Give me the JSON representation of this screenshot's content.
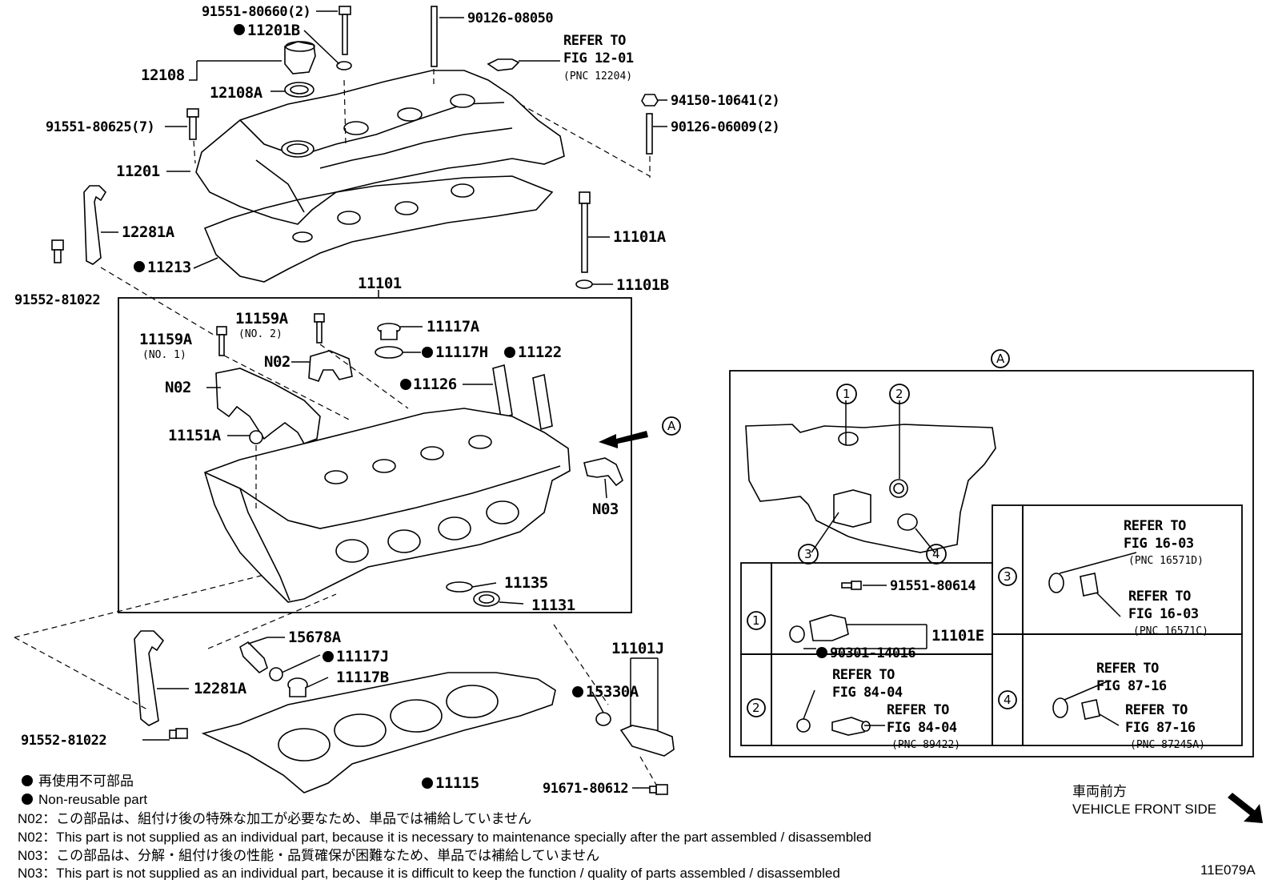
{
  "labels": {
    "p91551_80660": "91551-80660(2)",
    "p11201B": "11201B",
    "p90126_08050": "90126-08050",
    "refer_fig1201_l1": "REFER TO",
    "refer_fig1201_l2": "FIG 12-01",
    "refer_fig1201_l3": "(PNC 12204)",
    "p12108": "12108",
    "p12108A": "12108A",
    "p94150_10641": "94150-10641(2)",
    "p91551_80625": "91551-80625(7)",
    "p90126_06009": "90126-06009(2)",
    "p11201": "11201",
    "p12281A_top": "12281A",
    "p11101A": "11101A",
    "p11213": "11213",
    "p91552_81022_top": "91552-81022",
    "p11101B": "11101B",
    "p11101": "11101",
    "p11159A_no2": "11159A",
    "p11159A_no2_sub": "(NO. 2)",
    "p11159A_no1": "11159A",
    "p11159A_no1_sub": "(NO. 1)",
    "p11117A": "11117A",
    "p11117H": "11117H",
    "p11122": "11122",
    "pN02_a": "N02",
    "pN02_b": "N02",
    "p11126": "11126",
    "p11151A": "11151A",
    "pN03": "N03",
    "p11135": "11135",
    "p11131": "11131",
    "p15678A": "15678A",
    "p11117J": "11117J",
    "p11117B": "11117B",
    "p11101J": "11101J",
    "p12281A_bot": "12281A",
    "p15330A": "15330A",
    "p91552_81022_bot": "91552-81022",
    "p11115": "11115",
    "p91671_80612": "91671-80612",
    "arrowA": "A",
    "detail_title": "A",
    "d1": "1",
    "d2": "2",
    "d3": "3",
    "d4": "4",
    "p91551_80614": "91551-80614",
    "p11101E": "11101E",
    "p90301_14016": "90301-14016",
    "ref_1603a_l1": "REFER TO",
    "ref_1603a_l2": "FIG 16-03",
    "ref_1603a_l3": "(PNC 16571D)",
    "ref_1603b_l1": "REFER TO",
    "ref_1603b_l2": "FIG 16-03",
    "ref_1603b_l3": "(PNC 16571C)",
    "ref_8404a_l1": "REFER TO",
    "ref_8404a_l2": "FIG 84-04",
    "ref_8404b_l1": "REFER TO",
    "ref_8404b_l2": "FIG 84-04",
    "ref_8404b_l3": "(PNC 89422)",
    "ref_8716a_l1": "REFER TO",
    "ref_8716a_l2": "FIG 87-16",
    "ref_8716b_l1": "REFER TO",
    "ref_8716b_l2": "FIG 87-16",
    "ref_8716b_l3": "(PNC 87245A)"
  },
  "legend": {
    "jp": "再使用不可部品",
    "en": "Non-reusable part"
  },
  "direction": {
    "jp": "車両前方",
    "en": "VEHICLE FRONT SIDE"
  },
  "notes": [
    "N02：この部品は、組付け後の特殊な加工が必要なため、単品では補給していません",
    "N02：This part is not supplied as an individual part, because it is necessary to maintenance specially after the part assembled / disassembled",
    "N03：この部品は、分解・組付け後の性能・品質確保が困難なため、単品では補給していません",
    "N03：This part is not supplied as an individual part, because it is difficult to keep the function / quality of parts  assembled / disassembled"
  ],
  "figure_code": "11E079A"
}
